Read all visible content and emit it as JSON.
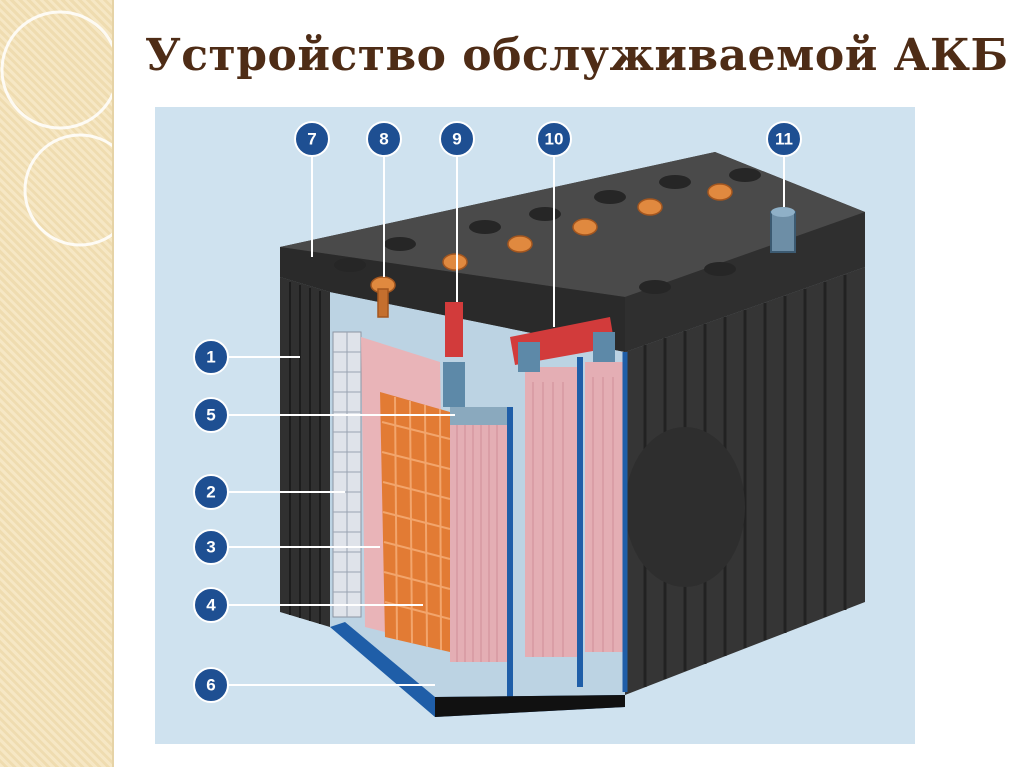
{
  "title": "Устройство обслуживаемой АКБ",
  "callouts": {
    "c1": "1",
    "c2": "2",
    "c3": "3",
    "c4": "4",
    "c5": "5",
    "c6": "6",
    "c7": "7",
    "c8": "8",
    "c9": "9",
    "c10": "10",
    "c11": "11"
  },
  "colors": {
    "title": "#4e2c16",
    "callout": "#1e4f92",
    "figure_background": "#cfe2ef",
    "case": "#2b2b2b",
    "plates": "#e8b5b8",
    "terminals": "#d9843a"
  }
}
